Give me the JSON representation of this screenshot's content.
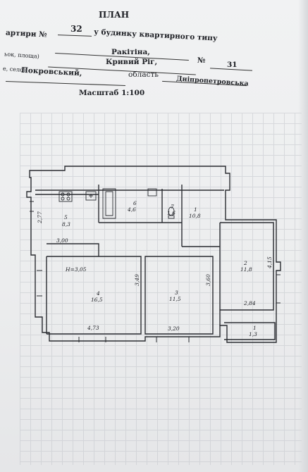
{
  "header": {
    "title": "ПЛАН",
    "apartment_prefix": "артири №",
    "apartment_no": "32",
    "house_type": "у будинку квартирного типу",
    "street_hint": "ьок, площа)",
    "street": "Ракітіна,",
    "house_no_label": "№",
    "house_no": "31",
    "city_hint": "е, село)",
    "city": "Кривий Ріг,",
    "district": "Покровський,",
    "region_label": "область",
    "region": "Дніпропетровська",
    "scale": "Масштаб 1:100"
  },
  "rooms": [
    {
      "id": "5",
      "area": "8,3"
    },
    {
      "id": "6",
      "area": "4,6"
    },
    {
      "id": "7",
      "area": "1,6"
    },
    {
      "id": "1",
      "area": "10,8"
    },
    {
      "id": "2",
      "area": "11,8"
    },
    {
      "id": "3",
      "area": "11,5"
    },
    {
      "id": "4",
      "area": "16,5"
    },
    {
      "id": "1",
      "area": "1,3"
    }
  ],
  "dims": {
    "d277": "2,77",
    "d300": "3,00",
    "height": "Н=3,05",
    "d349": "3,49",
    "d360": "3,60",
    "d415": "4,15",
    "d284": "2,84",
    "d473": "4,73",
    "d320": "3,20"
  }
}
